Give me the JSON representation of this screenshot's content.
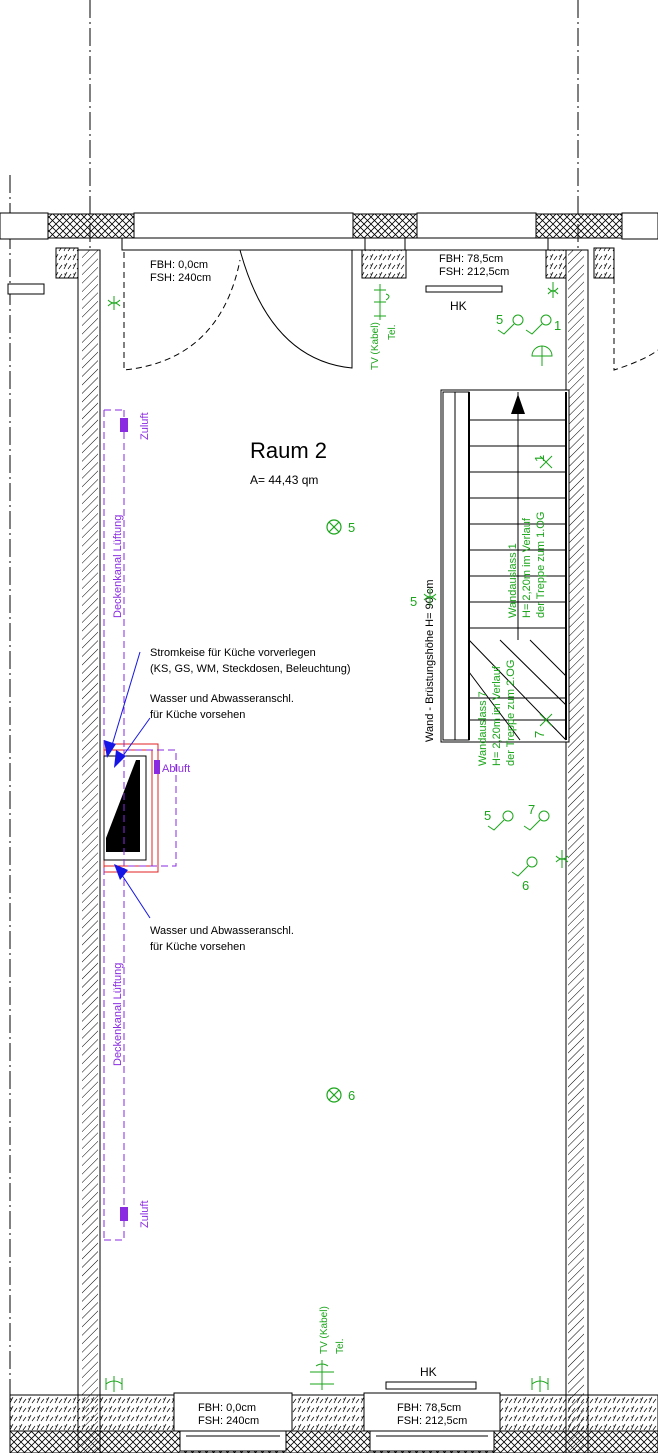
{
  "room": {
    "name": "Raum 2",
    "area": "A= 44,43 qm"
  },
  "openings": {
    "top_left": {
      "fbh": "FBH: 0,0cm",
      "fsh": "FSH: 240cm"
    },
    "top_right": {
      "fbh": "FBH: 78,5cm",
      "fsh": "FSH: 212,5cm"
    },
    "bottom_left": {
      "fbh": "FBH: 0,0cm",
      "fsh": "FSH: 240cm"
    },
    "bottom_right": {
      "fbh": "FBH: 78,5cm",
      "fsh": "FSH: 212,5cm"
    }
  },
  "heaters": {
    "top": "HK",
    "bottom": "HK"
  },
  "media": {
    "tv_top": "TV (Kabel)",
    "tel_top": "Tel.",
    "tv_bottom": "TV (Kabel)",
    "tel_bottom": "Tel."
  },
  "ventilation": {
    "zuluft_top": "Zuluft",
    "zuluft_bottom": "Zuluft",
    "abluft": "Abluft",
    "duct_top": "Deckenkanal Lüftung",
    "duct_bottom": "Deckenkanal Lüftung"
  },
  "notes": {
    "power_1": "Stromkeise für Küche vorverlegen",
    "power_2": "(KS, GS, WM, Steckdosen, Beleuchtung)",
    "water_top_1": "Wasser und Abwasseranschl.",
    "water_top_2": "für Küche vorsehen",
    "water_bottom_1": "Wasser und Abwasseranschl.",
    "water_bottom_2": "für Küche vorsehen"
  },
  "wall_note": "Wand - Brüstungshöhe H= 90 cm",
  "wall_outlet_1": {
    "l1": "Wandauslass 1",
    "l2": "H= 2,20m im Verlauf",
    "l3": "der Treppe zum 1.OG"
  },
  "wall_outlet_7": {
    "l1": "Wandauslass 7",
    "l2": "H= 2,20m im Verlauf",
    "l3": "der Treppe zum 2.OG"
  },
  "light_numbers": {
    "ceiling_a": "5",
    "ceiling_b": "6"
  },
  "switch_numbers": {
    "top_5": "5",
    "top_1": "1",
    "stair_1": "1",
    "wall_5": "5",
    "stair_7": "7",
    "low_5": "5",
    "low_7": "7",
    "low_6": "6"
  },
  "colors": {
    "wall": "#000000",
    "electrical": "#1aa51a",
    "ventilation": "#8a2be2",
    "annotation": "#1515e6",
    "kitchen": "#e02020"
  }
}
